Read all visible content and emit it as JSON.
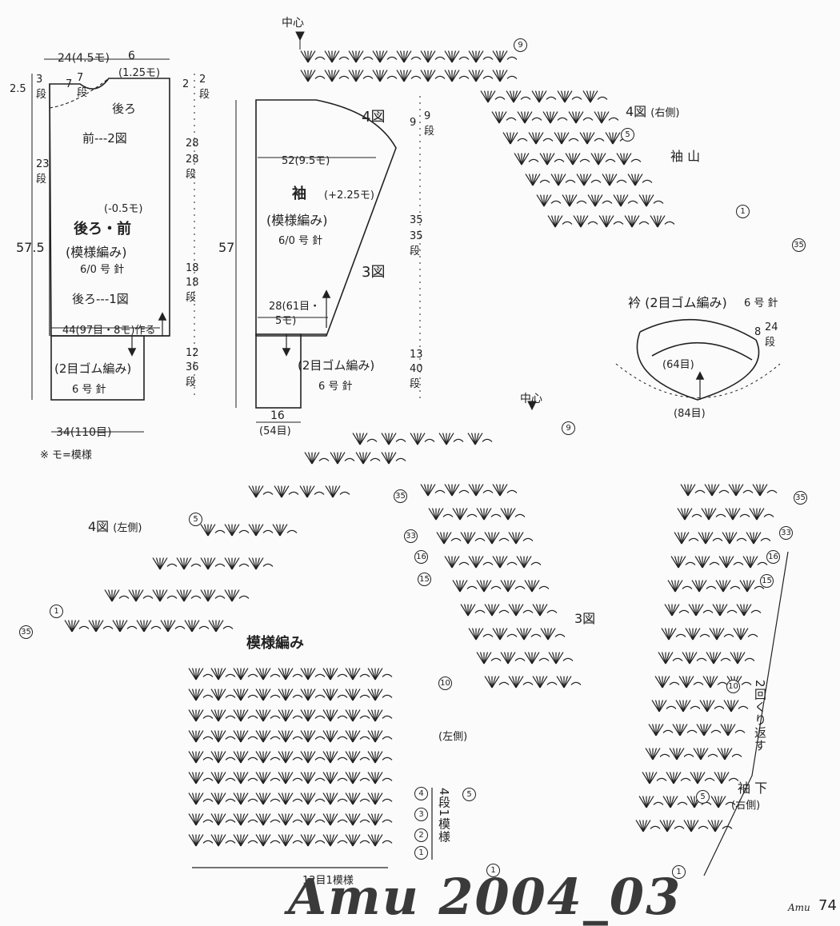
{
  "body_diagram": {
    "top_width": "24(4.5モ)",
    "neck_width": "6",
    "neck_width_sub": "(1.25モ)",
    "shoulder_drop": "2.5",
    "shoulder_rows": "3",
    "row_unit": "段",
    "back_neck_depth": "7",
    "back_neck_rows": "7",
    "label_back": "後ろ",
    "label_front": "前---2図",
    "armhole_rows": "23",
    "minus": "(-0.5モ)",
    "title": "後ろ・前",
    "pattern": "(模様編み)",
    "needle": "6/0 号 針",
    "back_ref": "後ろ---1図",
    "height": "57.5",
    "cast_on": "44(97目・8モ)作る",
    "rib": "(2目ゴム編み)",
    "rib_needle": "6 号 針",
    "hem_width": "34(110目)",
    "note": "※ モ=模様",
    "right_top": "2",
    "right_top_rows": "2",
    "right_28": "28",
    "right_28_rows": "28",
    "right_18": "18",
    "right_18_rows": "18",
    "right_12": "12",
    "right_36_rows": "36"
  },
  "sleeve_diagram": {
    "fig4": "4図",
    "width": "52(9.5モ)",
    "title": "袖",
    "plus": "(+2.25モ)",
    "pattern": "(模様編み)",
    "needle": "6/0 号 針",
    "height": "57",
    "fig3": "3図",
    "lower": "28(61目・",
    "lower2": "5モ)",
    "rib": "(2目ゴム編み)",
    "rib_needle": "6 号 針",
    "cuff": "16",
    "cuff_sub": "(54目)",
    "d9": "9",
    "d9_rows": "9",
    "d35": "35",
    "d35_rows": "35",
    "d13": "13",
    "d40_rows": "40"
  },
  "charts": {
    "center_label": "中心",
    "fig4_right": "4図",
    "fig4_right_side": "(右側)",
    "sleeve_cap": "袖 山",
    "fig4_left": "4図",
    "fig4_left_side": "(左側)",
    "fig3": "3図",
    "left_side": "(左側)",
    "sleeve_under": "袖 下",
    "right_side": "(右側)",
    "repeat": "2回くり返す",
    "pattern_title": "模様編み",
    "rows_label": "4段1模様",
    "stitch_label": "12目1模様"
  },
  "collar": {
    "title": "衿 (2目ゴム編み)",
    "needle": "6 号 針",
    "depth": "8",
    "rows": "24",
    "top_count": "(64目)",
    "bottom_count": "(84目)"
  },
  "row_markers": [
    "9",
    "5",
    "1",
    "35",
    "33",
    "16",
    "15",
    "10",
    "4",
    "3",
    "2"
  ],
  "watermark": "Amu 2004_03",
  "footer_brand": "Amu",
  "page_number": "74"
}
